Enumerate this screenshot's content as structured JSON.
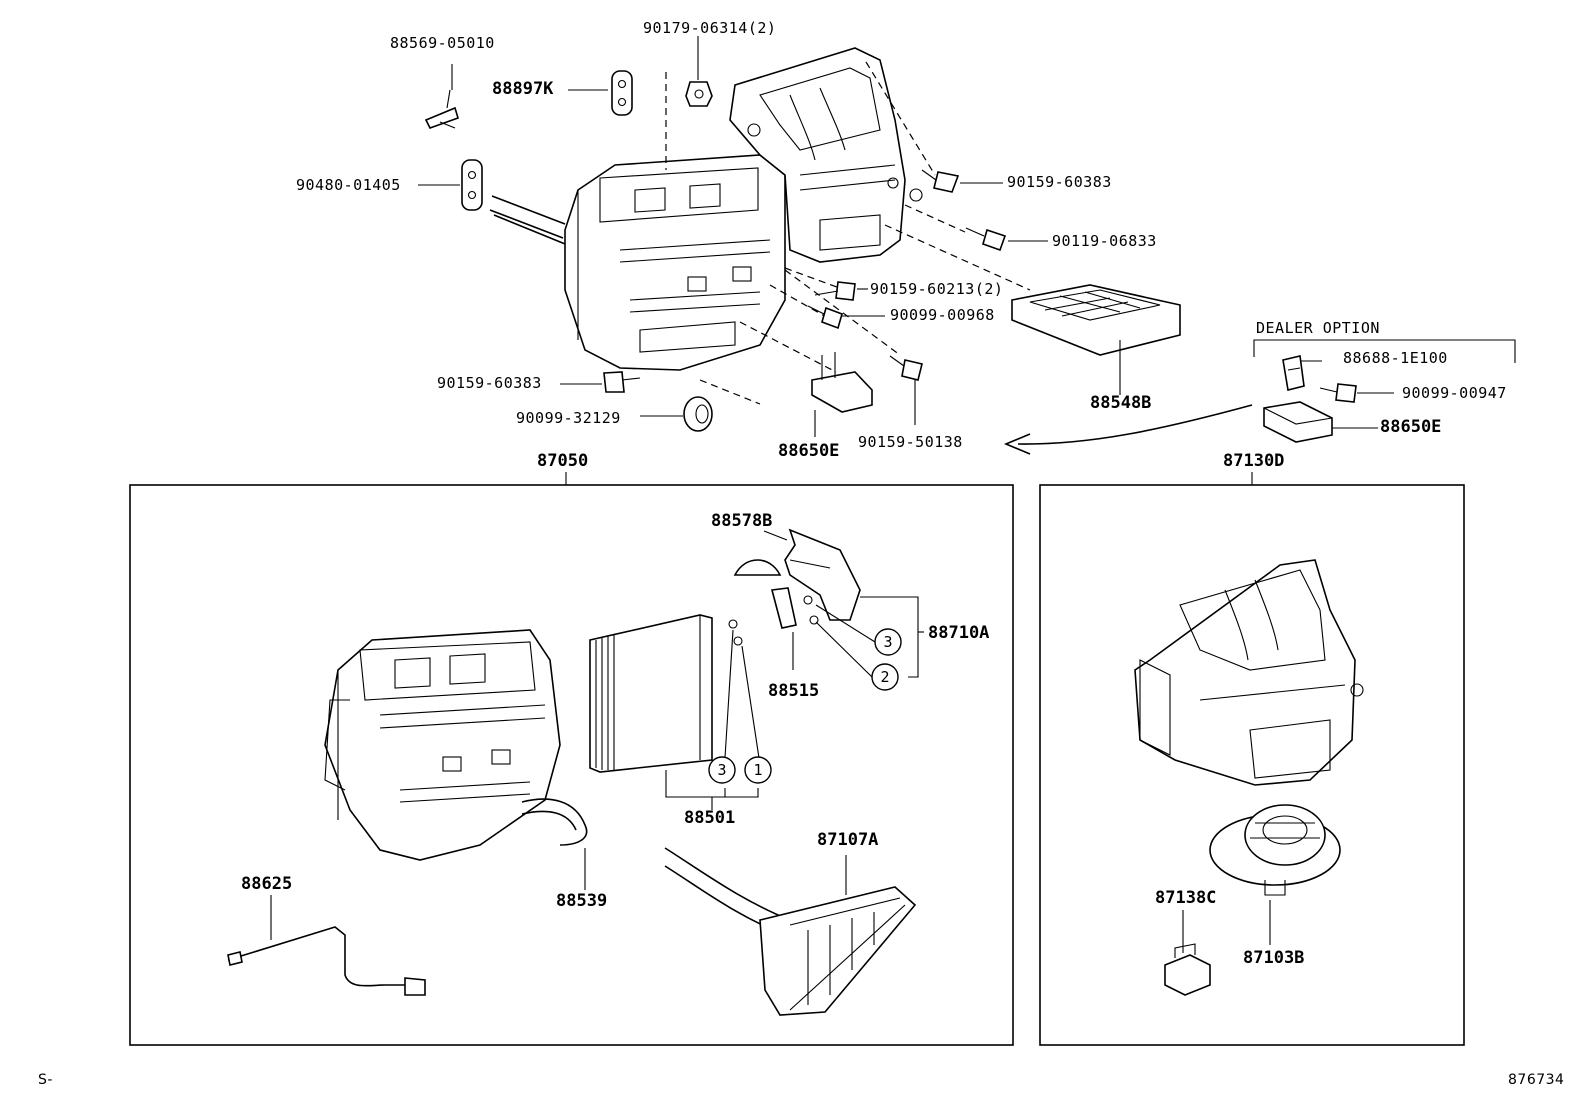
{
  "labels": {
    "p88569_05010": "88569-05010",
    "p90179_06314": "90179-06314(2)",
    "p88897K": "88897K",
    "p90480_01405": "90480-01405",
    "p90159_60383_top": "90159-60383",
    "p90119_06833": "90119-06833",
    "p90159_60213": "90159-60213(2)",
    "p90099_00968": "90099-00968",
    "p90159_60383_low": "90159-60383",
    "p90099_32129": "90099-32129",
    "p88650E_main": "88650E",
    "p90159_50138": "90159-50138",
    "p88548B": "88548B",
    "dealer_option": "DEALER OPTION",
    "p88688_1E100": "88688-1E100",
    "p90099_00947": "90099-00947",
    "p88650E_dealer": "88650E",
    "p87050": "87050",
    "p87130D": "87130D",
    "p88578B": "88578B",
    "p88710A": "88710A",
    "p88515": "88515",
    "p88501": "88501",
    "p88539": "88539",
    "p88625": "88625",
    "p87107A": "87107A",
    "p87138C": "87138C",
    "p87103B": "87103B"
  },
  "callouts": {
    "c3_88710A": "3",
    "c2_88710A": "2",
    "c3_88501": "3",
    "c1_88501": "1"
  },
  "footer": {
    "left_mark": "S-",
    "figure_number": "876734"
  }
}
